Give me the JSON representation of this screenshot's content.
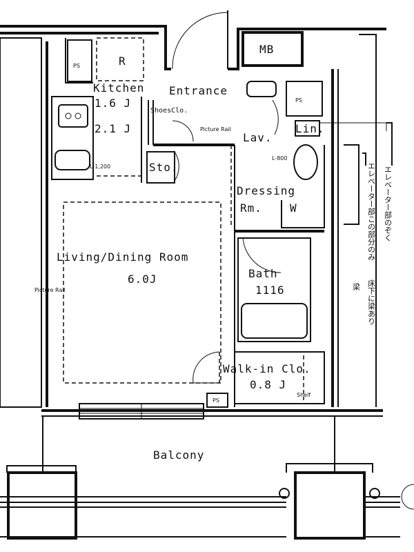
{
  "labels": {
    "mb": "MB",
    "ps_top_left": "PS",
    "ps_top_right": "PS",
    "ps_bottom": "PS",
    "refrigerator": "R",
    "kitchen": "Kitchen",
    "kitchen_size": "1.6 J",
    "entrance": "Entrance",
    "shoes_closet": "ShoesClo.",
    "picture_rail_entrance": "Picture Rail",
    "lav": "Lav.",
    "lin": "Lin.",
    "lav_width": "L-800",
    "second_size": "2.1 J",
    "storage": "Sto.",
    "counter_width": "L-1,200",
    "dressing": "Dressing",
    "dressing_rm": "Rm.",
    "washer": "W",
    "living": "Living/Dining Room",
    "living_size": "6.0J",
    "picture_rail_living": "Picture Rail",
    "bath": "Bath",
    "bath_size": "1116",
    "walkin": "Walk-in Clo.",
    "walkin_size": "0.8 J",
    "shelf": "Shelf",
    "balcony": "Balcony"
  },
  "notes": {
    "elevator_1": "エレベーター部のぞく",
    "elevator_2": "エレベーター部この部分のみ",
    "beam": "床下に梁あり",
    "beam_short": "梁"
  }
}
